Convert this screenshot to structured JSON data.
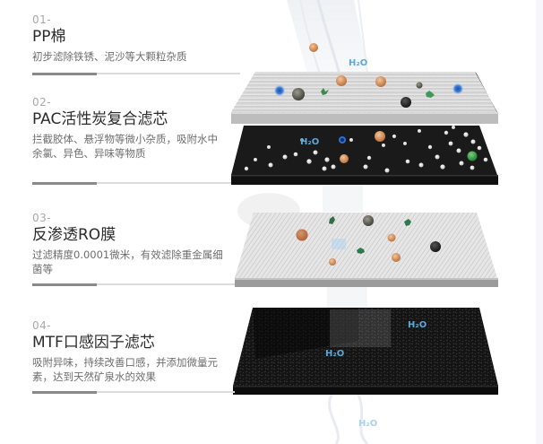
{
  "stages": [
    {
      "number": "01-",
      "title": "PP棉",
      "description": "初步滤除铁锈、泥沙等大颗粒杂质",
      "layer": "pp-cotton"
    },
    {
      "number": "02-",
      "title": "PAC活性炭复合滤芯",
      "description": "拦截胶体、悬浮物等微小杂质，吸附水中余氯、异色、异味等物质",
      "layer": "pac-activated-carbon"
    },
    {
      "number": "03-",
      "title": "反渗透RO膜",
      "description": "过滤精度0.0001微米，有效滤除重金属细菌等",
      "layer": "ro-membrane"
    },
    {
      "number": "04-",
      "title": "MTF口感因子滤芯",
      "description": "吸附异味，持续改善口感，并添加微量元素，达到天然矿泉水的效果",
      "layer": "mtf-taste-filter"
    }
  ],
  "water_labels": [
    "H₂O",
    "H₂O",
    "H₂O",
    "H₂O",
    "H₂O"
  ],
  "colors": {
    "water_label": "#5aa9dd",
    "accent_bar": "#8a8a8a",
    "divider": "#dcdcdc",
    "title": "#2b2b2b",
    "desc": "#6d6d6d",
    "number": "#a9a9a9"
  }
}
